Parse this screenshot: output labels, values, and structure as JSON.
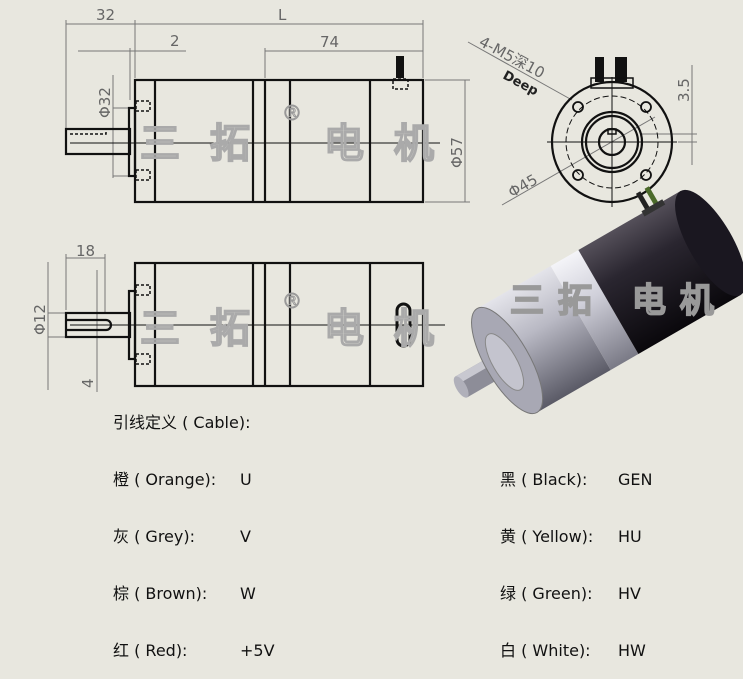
{
  "watermark": {
    "text": "三拓 电机",
    "mark": "®"
  },
  "top_view": {
    "dims": {
      "shaft_len": "32",
      "total": "L",
      "flange": "2",
      "motor_len": "74",
      "pilot_dia": "Φ32",
      "body_dia": "Φ57"
    }
  },
  "end_view": {
    "dims": {
      "holes": "4-M5深10",
      "deep": "Deep",
      "pcd": "Φ45",
      "key_offset": "3.5"
    }
  },
  "bottom_view": {
    "dims": {
      "key_len": "18",
      "shaft_dia": "Φ12",
      "key_width": "4"
    }
  },
  "cable": {
    "title": "引线定义 ( Cable):",
    "left": [
      {
        "label": "橙 ( Orange):",
        "value": "U"
      },
      {
        "label": "灰 ( Grey):",
        "value": "V"
      },
      {
        "label": "棕 ( Brown):",
        "value": "W"
      },
      {
        "label": "红 ( Red):",
        "value": "+5V"
      }
    ],
    "right": [
      {
        "label": "黑 ( Black):",
        "value": "GEN"
      },
      {
        "label": "黄 ( Yellow):",
        "value": "HU"
      },
      {
        "label": "绿 ( Green):",
        "value": "HV"
      },
      {
        "label": "白 ( White):",
        "value": "HW"
      }
    ]
  }
}
